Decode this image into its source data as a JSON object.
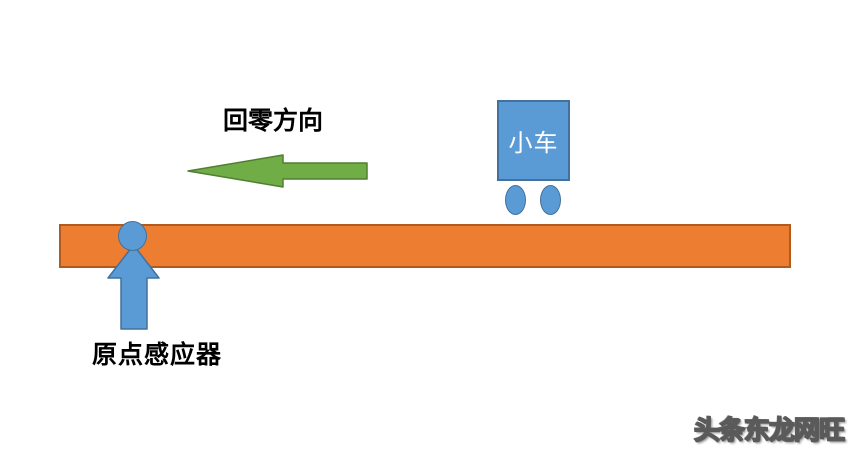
{
  "diagram": {
    "title": "homing-direction-schematic",
    "direction_label": "回零方向",
    "cart_label": "小车",
    "sensor_label": "原点感应器",
    "watermark": "头条东龙网旺",
    "colors": {
      "blue_fill": "#5B9BD5",
      "blue_border": "#41719C",
      "orange_fill": "#ED7D31",
      "orange_border": "#AE5A21",
      "green_fill": "#70AD47",
      "green_border": "#507E32",
      "label_text": "#000000",
      "cart_text": "#FFFFFF",
      "watermark_gray": "#5A5A5A",
      "background": "#FFFFFF"
    }
  }
}
